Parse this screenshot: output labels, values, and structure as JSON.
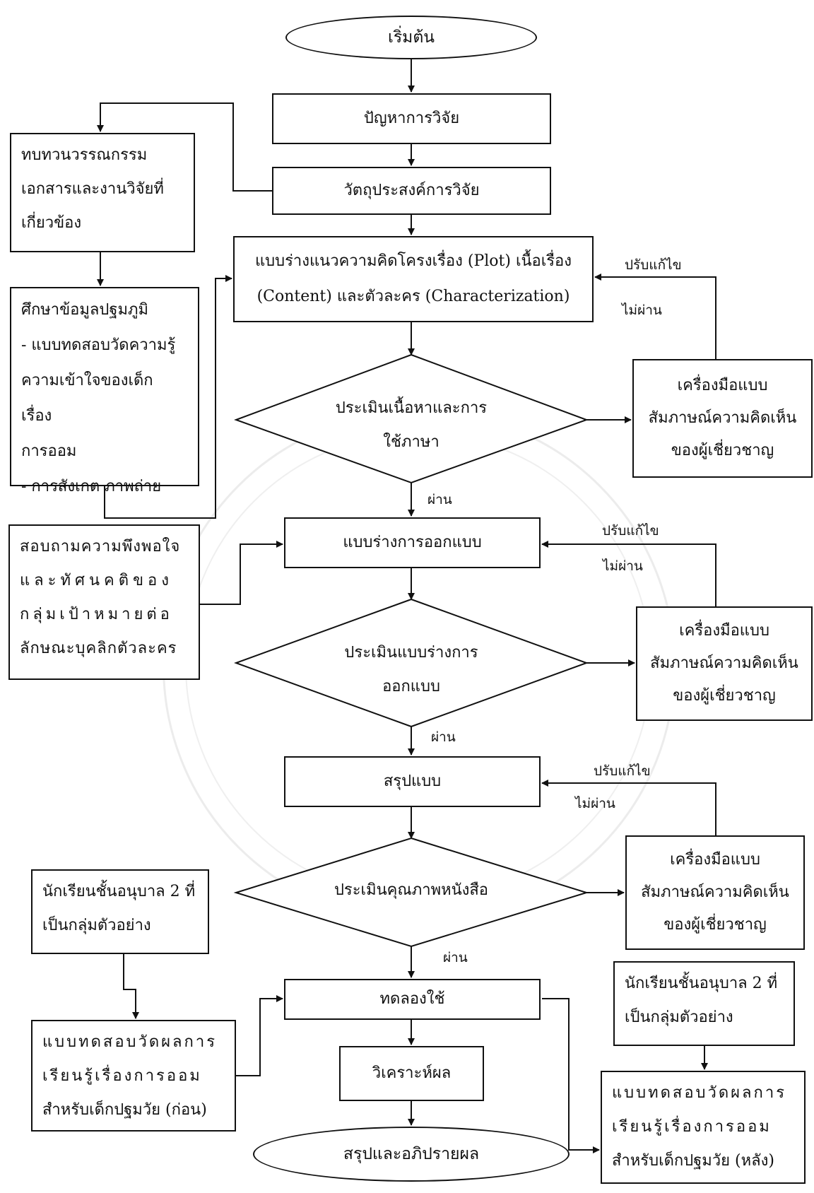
{
  "start": "เริ่มต้น",
  "end": "สรุปและอภิปรายผล",
  "main": {
    "problem": "ปัญหาการวิจัย",
    "objective": "วัตถุประสงค์การวิจัย",
    "plot_draft_line1": "แบบร่างแนวความคิดโครงเรื่อง (Plot) เนื้อเรื่อง",
    "plot_draft_line2": "(Content) และตัวละคร (Characterization)",
    "design_draft": "แบบร่างการออกแบบ",
    "conclude_design": "สรุปแบบ",
    "trial": "ทดลองใช้",
    "analyze": "วิเคราะห์ผล"
  },
  "decisions": {
    "d1_line1": "ประเมินเนื้อหาและการ",
    "d1_line2": "ใช้ภาษา",
    "d2_line1": "ประเมินแบบร่างการ",
    "d2_line2": "ออกแบบ",
    "d3": "ประเมินคุณภาพหนังสือ"
  },
  "left": {
    "review": [
      "ทบทวนวรรณกรรม",
      "เอกสารและงานวิจัยที่",
      "เกี่ยวข้อง"
    ],
    "primary": [
      "ศึกษาข้อมูลปฐมภูมิ",
      "- แบบทดสอบวัดความรู้",
      "ความเข้าใจของเด็ก เรื่อง",
      "การออม",
      "- การสังเกต ภาพถ่าย"
    ],
    "survey": [
      "สอบถามความพึงพอใจ",
      "และทัศนคติของ",
      "กลุ่มเป้าหมายต่อ",
      "ลักษณะบุคลิกตัวละคร"
    ],
    "sample_pre": [
      "นักเรียนชั้นอนุบาล 2 ที่",
      "เป็นกลุ่มตัวอย่าง"
    ],
    "pretest": [
      "แบบทดสอบวัดผลการ",
      "เรียนรู้เรื่องการออม",
      "สำหรับเด็กปฐมวัย (ก่อน)"
    ]
  },
  "right": {
    "tool": [
      "เครื่องมือแบบ",
      "สัมภาษณ์ความคิดเห็น",
      "ของผู้เชี่ยวชาญ"
    ],
    "sample_post": [
      "นักเรียนชั้นอนุบาล 2 ที่",
      "เป็นกลุ่มตัวอย่าง"
    ],
    "posttest": [
      "แบบทดสอบวัดผลการ",
      "เรียนรู้เรื่องการออม",
      "สำหรับเด็กปฐมวัย (หลัง)"
    ]
  },
  "labels": {
    "revise": "ปรับแก้ไข",
    "fail": "ไม่ผ่าน",
    "pass": "ผ่าน"
  }
}
